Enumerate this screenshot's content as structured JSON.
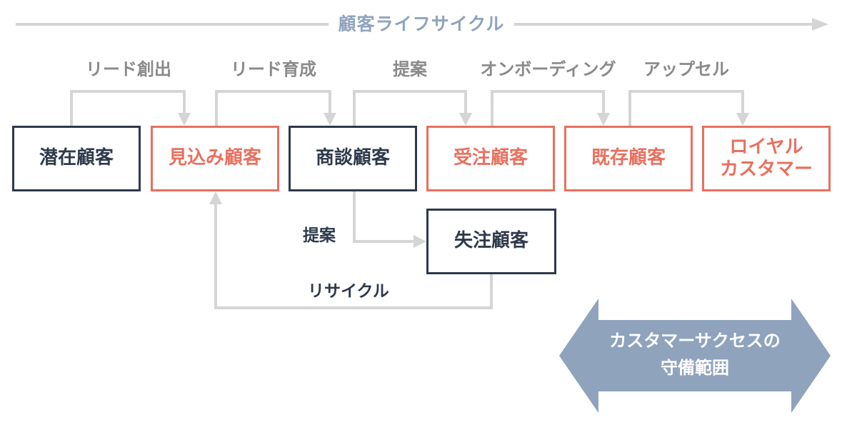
{
  "diagram": {
    "title": "顧客ライフサイクル",
    "step_labels": [
      "リード創出",
      "リード育成",
      "提案",
      "オンボーディング",
      "アップセル"
    ],
    "stages": [
      {
        "label": "潜在顧客",
        "style": "dark"
      },
      {
        "label": "見込み顧客",
        "style": "orange"
      },
      {
        "label": "商談顧客",
        "style": "dark"
      },
      {
        "label": "受注顧客",
        "style": "orange"
      },
      {
        "label": "既存顧客",
        "style": "orange"
      },
      {
        "label_lines": [
          "ロイヤル",
          "カスタマー"
        ],
        "style": "orange"
      }
    ],
    "lost_stage": {
      "label": "失注顧客",
      "style": "dark"
    },
    "lost_edge_label": "提案",
    "recycle_label": "リサイクル",
    "scope_arrow": {
      "lines": [
        "カスタマーサクセスの",
        "守備範囲"
      ]
    },
    "colors": {
      "dark": "#2e3a4b",
      "orange": "#e8705f",
      "connector": "#d5d5d5",
      "title": "#8fa3bd",
      "scope_arrow": "#8fa3bd"
    }
  }
}
